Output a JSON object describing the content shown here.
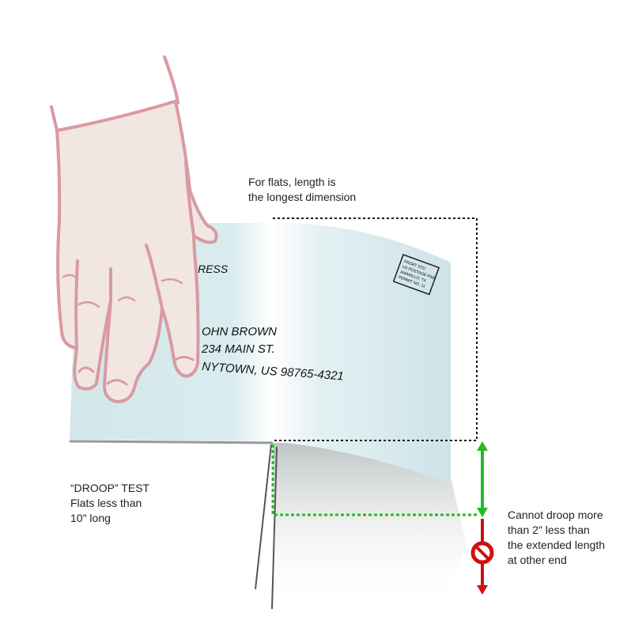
{
  "labels": {
    "length_note": [
      "For flats, length is",
      "the longest dimension"
    ],
    "droop_test": [
      "“DROOP” TEST",
      "Flats less than",
      "10\" long"
    ],
    "droop_rule": [
      "Cannot droop more",
      "than 2\" less than",
      "the extended length",
      "at other end"
    ]
  },
  "envelope": {
    "return_label": "DRESS",
    "address": [
      "OHN BROWN",
      "234 MAIN ST.",
      "NYTOWN, US 98765-4321"
    ],
    "indicia": [
      "PRSRT STD",
      "US POSTAGE PAID",
      "AMARILLO, TX",
      "PERMIT NO. 11"
    ]
  },
  "colors": {
    "envelope": "#d4e8ec",
    "hand_fill": "#f2e6e2",
    "hand_stroke": "#d99aa3",
    "ok_arrow": "#22bb22",
    "limit_arrow": "#cc1111",
    "outline": "#111111"
  },
  "icons": {
    "limit": "no-entry-icon"
  }
}
